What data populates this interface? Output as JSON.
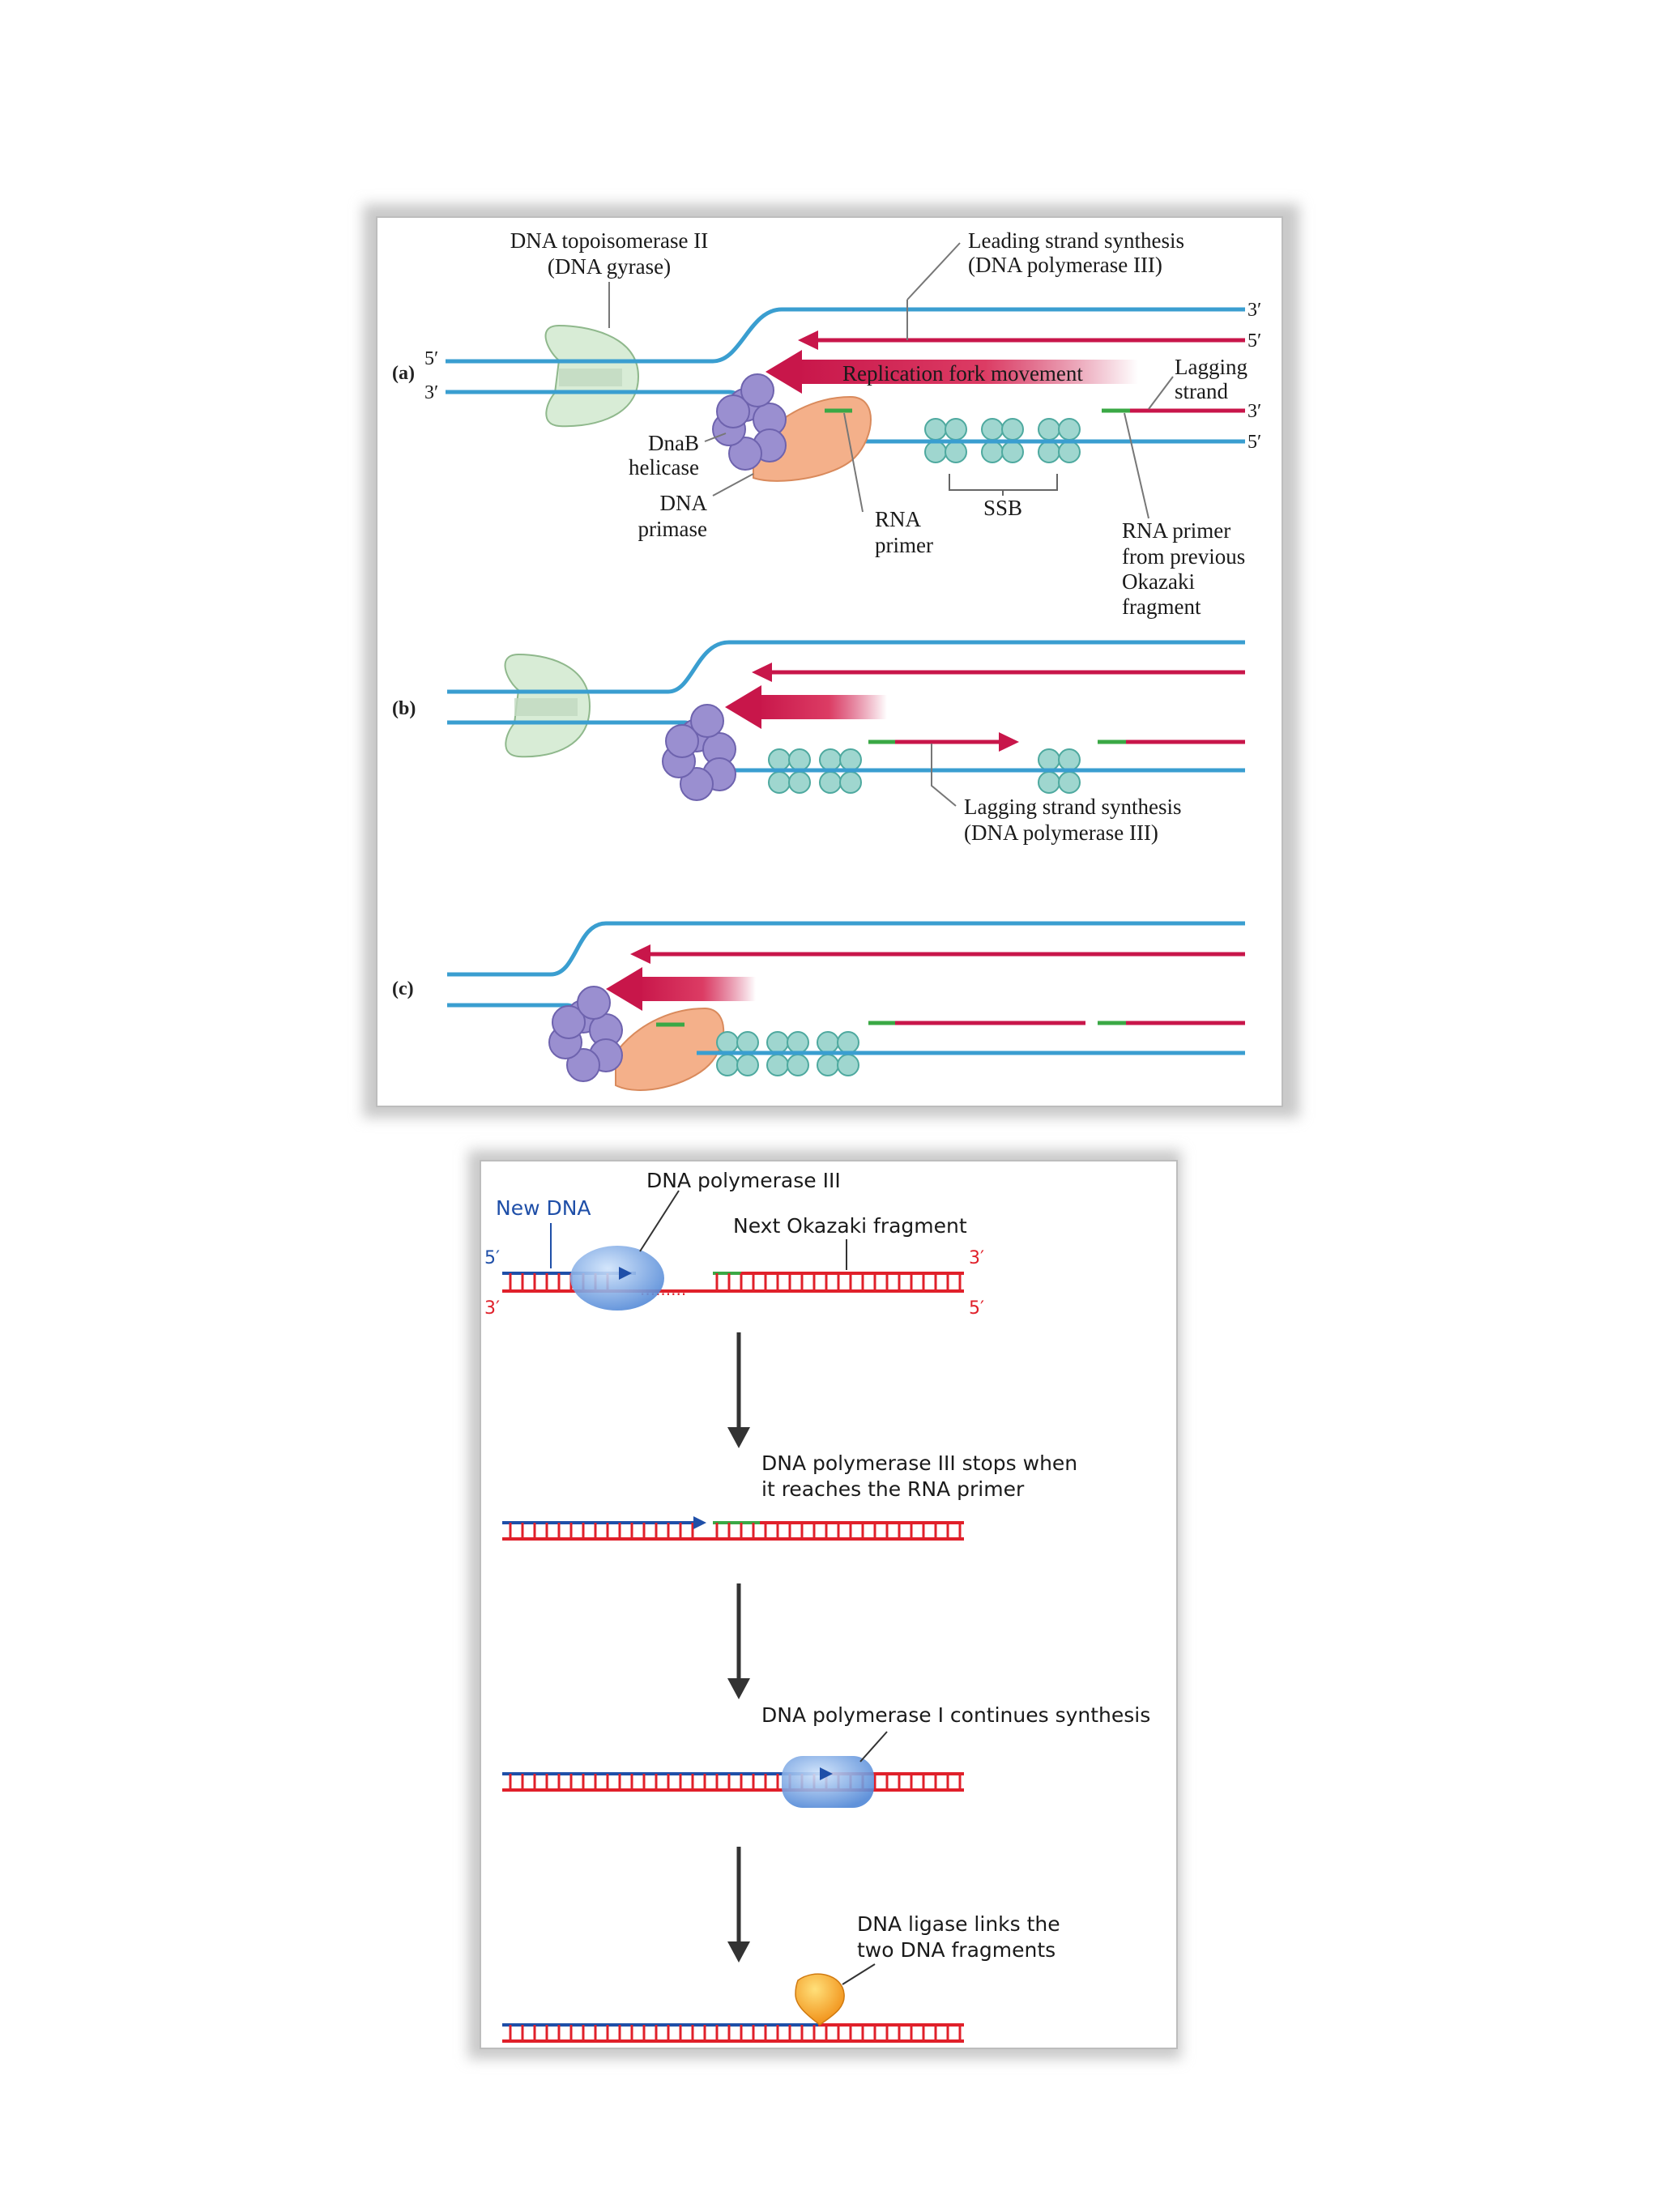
{
  "panel1": {
    "labels": {
      "part_a": "(a)",
      "part_b": "(b)",
      "part_c": "(c)",
      "topo_line1": "DNA topoisomerase II",
      "topo_line2": "(DNA gyrase)",
      "leading_line1": "Leading strand synthesis",
      "leading_line2": "(DNA polymerase III)",
      "fork_movement": "Replication fork movement",
      "lagging_line1": "Lagging",
      "lagging_line2": "strand",
      "dnab_line1": "DnaB",
      "dnab_line2": "helicase",
      "primase_line1": "DNA",
      "primase_line2": "primase",
      "rna_primer_line1": "RNA",
      "rna_primer_line2": "primer",
      "ssb": "SSB",
      "prev_primer_line1": "RNA primer",
      "prev_primer_line2": "from previous",
      "prev_primer_line3": "Okazaki",
      "prev_primer_line4": "fragment",
      "lag_synth_line1": "Lagging strand synthesis",
      "lag_synth_line2": "(DNA polymerase III)",
      "end_5_left": "5′",
      "end_3_left": "3′",
      "end_3_top": "3′",
      "end_5_top": "5′",
      "end_3_lag": "3′",
      "end_5_bottom": "5′"
    }
  },
  "panel2": {
    "labels": {
      "pol3": "DNA polymerase III",
      "new_dna": "New DNA",
      "next_okazaki": "Next Okazaki fragment",
      "end_5_left": "5′",
      "end_3_left": "3′",
      "end_3_right": "3′",
      "end_5_right": "5′",
      "stop_line1": "DNA polymerase III stops when",
      "stop_line2": "it reaches the RNA primer",
      "pol1": "DNA polymerase I continues synthesis",
      "ligase_line1": "DNA ligase links the",
      "ligase_line2": "two DNA fragments"
    }
  },
  "colors": {
    "blue_strand": "#3a9ed0",
    "red_strand": "#c8164a",
    "primer_green": "#3aa845",
    "helicase_purple": "#9a8fd0",
    "primase_orange": "#f4b08a",
    "ssb_teal": "#9fd6cf",
    "gyrase_green": "#d8ecd6",
    "new_dna_blue": "#1f4fa8",
    "template_red": "#e0202a",
    "ligase_orange": "#f59a1c"
  }
}
